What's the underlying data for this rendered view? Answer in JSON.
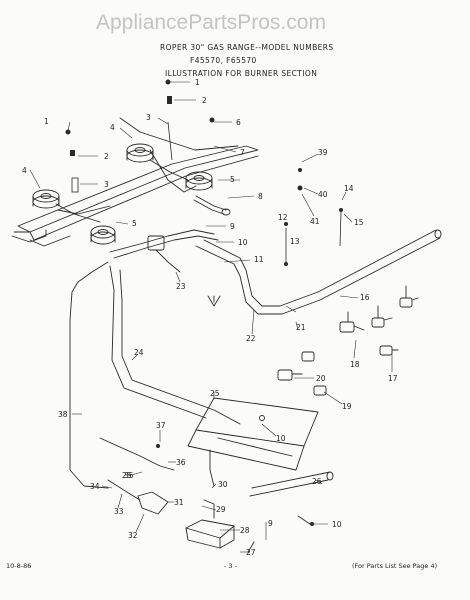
{
  "watermark": "AppliancePartsPros.com",
  "header": {
    "line1": "ROPER 30\" GAS RANGE--MODEL NUMBERS",
    "line2": "F45570, F65570",
    "line3": "ILLUSTRATION FOR BURNER SECTION"
  },
  "footer": {
    "date": "10-8-86",
    "page": "- 3 -",
    "note": "(For Parts List See Page 4)"
  },
  "callouts": [
    "1",
    "2",
    "3",
    "4",
    "5",
    "6",
    "7",
    "8",
    "9",
    "10",
    "11",
    "12",
    "13",
    "14",
    "15",
    "16",
    "17",
    "18",
    "19",
    "20",
    "21",
    "22",
    "23",
    "24",
    "25",
    "26",
    "27",
    "28",
    "29",
    "30",
    "31",
    "32",
    "33",
    "34",
    "35",
    "36",
    "37",
    "38",
    "39",
    "40",
    "41"
  ]
}
